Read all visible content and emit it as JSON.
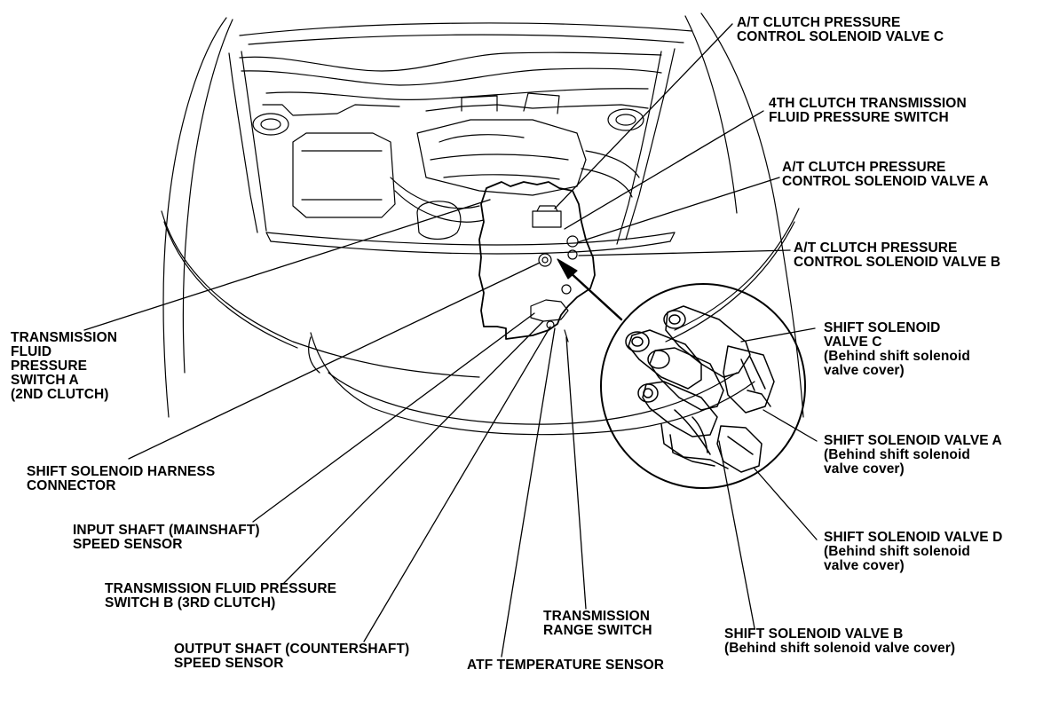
{
  "labels": {
    "clutch_c": [
      "A/T CLUTCH PRESSURE",
      "CONTROL SOLENOID VALVE C"
    ],
    "fourth_switch": [
      "4TH CLUTCH TRANSMISSION",
      "FLUID PRESSURE SWITCH"
    ],
    "clutch_a": [
      "A/T CLUTCH PRESSURE",
      "CONTROL SOLENOID VALVE A"
    ],
    "clutch_b": [
      "A/T CLUTCH PRESSURE",
      "CONTROL SOLENOID VALVE B"
    ],
    "switch_a": [
      "TRANSMISSION",
      "FLUID",
      "PRESSURE",
      "SWITCH A",
      "(2ND CLUTCH)"
    ],
    "harness": [
      "SHIFT SOLENOID HARNESS",
      "CONNECTOR"
    ],
    "input_sensor": [
      "INPUT SHAFT (MAINSHAFT)",
      "SPEED SENSOR"
    ],
    "switch_b": [
      "TRANSMISSION FLUID PRESSURE",
      "SWITCH B (3RD CLUTCH)"
    ],
    "output_sensor": [
      "OUTPUT SHAFT (COUNTERSHAFT)",
      "SPEED SENSOR"
    ],
    "atf_sensor": [
      "ATF TEMPERATURE SENSOR"
    ],
    "range_switch": [
      "TRANSMISSION",
      "RANGE SWITCH"
    ],
    "solenoid_c": [
      "SHIFT SOLENOID",
      "VALVE C",
      "(Behind shift solenoid",
      " valve cover)"
    ],
    "solenoid_a": [
      "SHIFT SOLENOID VALVE A",
      "(Behind shift solenoid",
      " valve cover)"
    ],
    "solenoid_d": [
      "SHIFT SOLENOID VALVE D",
      "(Behind shift solenoid",
      " valve cover)"
    ],
    "solenoid_b": [
      "SHIFT SOLENOID VALVE B",
      "(Behind shift solenoid valve cover)"
    ]
  }
}
